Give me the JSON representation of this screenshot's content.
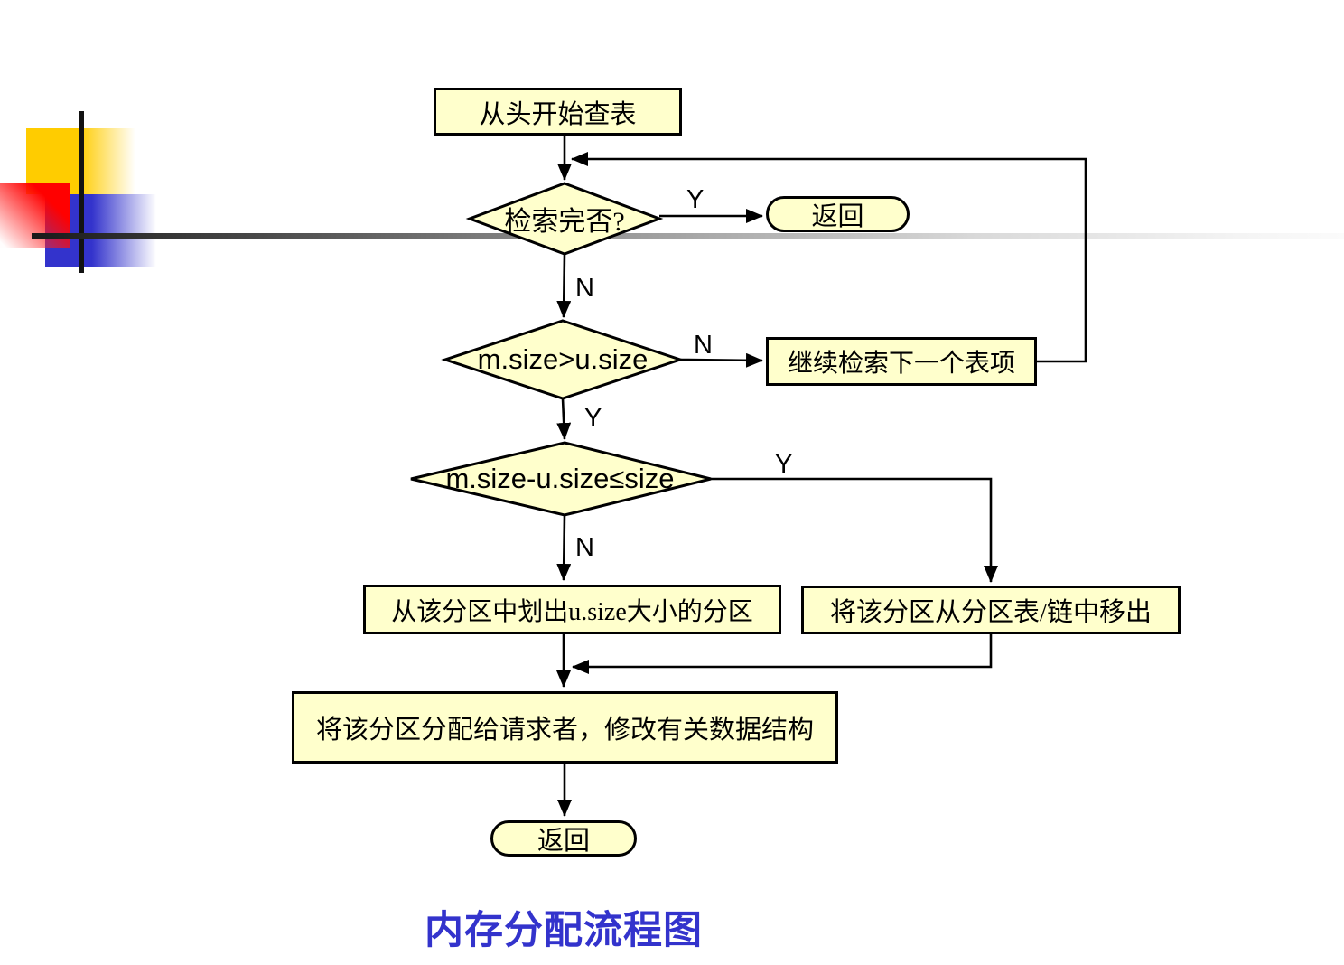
{
  "slide": {
    "caption": "内存分配流程图"
  },
  "colors": {
    "node_fill": "#FFFFCC",
    "node_border": "#000000",
    "caption_blue": "#3333CC",
    "deco_yellow": "#FFCC00",
    "deco_red": "#FF0000",
    "deco_blue": "#3333CC",
    "connector": "#000000"
  },
  "flowchart": {
    "nodes": {
      "start": {
        "type": "process",
        "label": "从头开始查表"
      },
      "check_done": {
        "type": "decision",
        "label": "检索完否?"
      },
      "return_top": {
        "type": "terminator",
        "label": "返回"
      },
      "size_check": {
        "type": "decision",
        "label": "m.size>u.size"
      },
      "continue_search": {
        "type": "process",
        "label": "继续检索下一个表项"
      },
      "size_diff": {
        "type": "decision",
        "label": "m.size-u.size≤size"
      },
      "carve": {
        "type": "process",
        "label": "从该分区中划出u.size大小的分区"
      },
      "remove": {
        "type": "process",
        "label": "将该分区从分区表/链中移出"
      },
      "allocate": {
        "type": "process",
        "label": "将该分区分配给请求者，修改有关数据结构"
      },
      "return_bottom": {
        "type": "terminator",
        "label": "返回"
      }
    },
    "edge_labels": {
      "check_done_yes": "Y",
      "check_done_no": "N",
      "size_check_no": "N",
      "size_check_yes": "Y",
      "size_diff_yes": "Y",
      "size_diff_no": "N"
    }
  }
}
